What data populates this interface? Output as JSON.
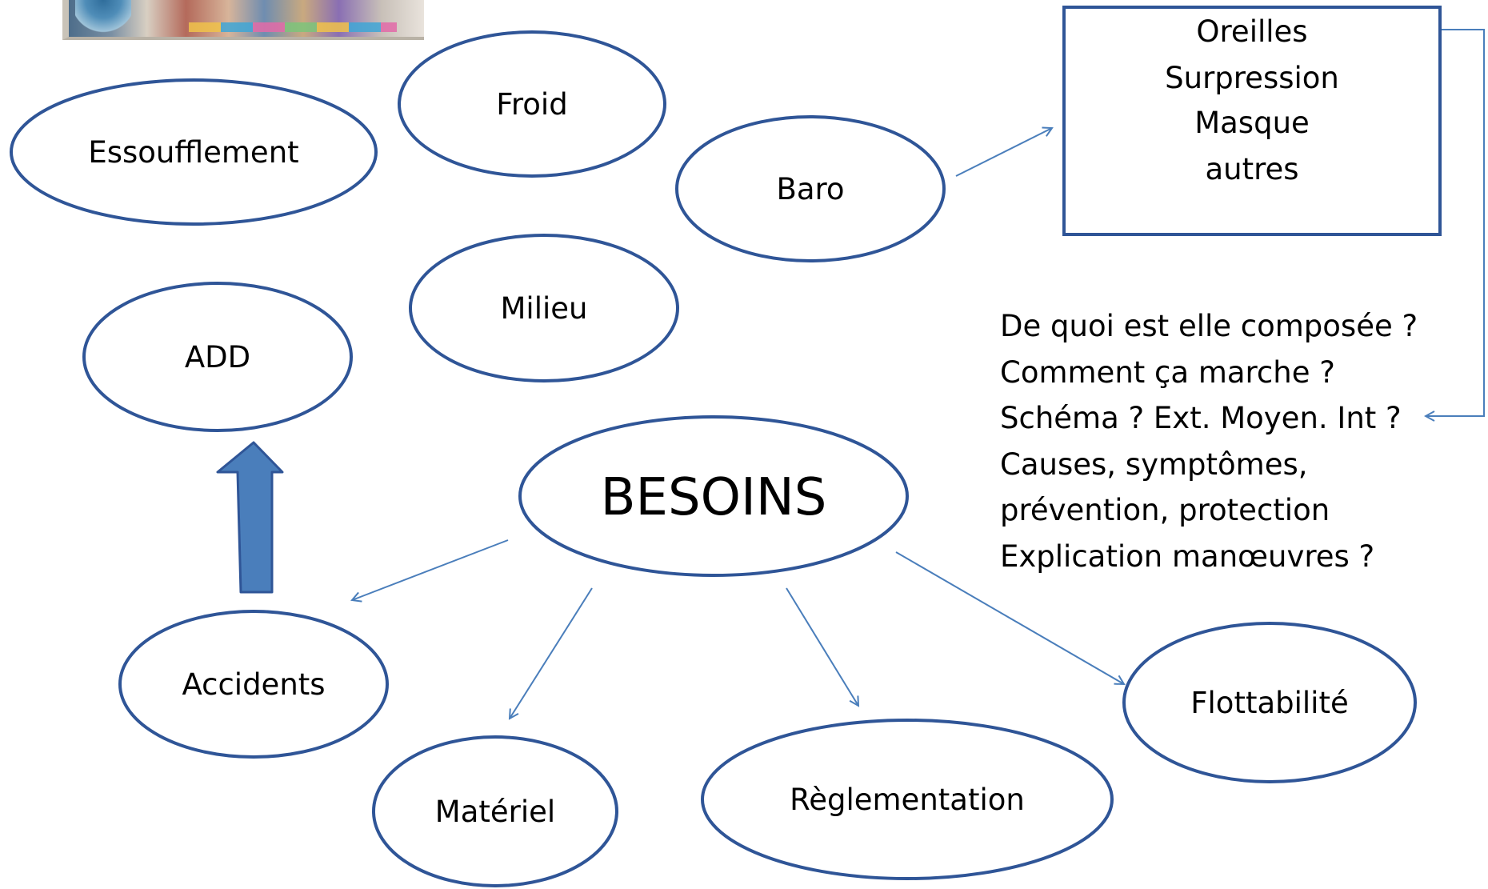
{
  "center": {
    "label": "BESOINS"
  },
  "nodes": {
    "essoufflement": "Essoufflement",
    "froid": "Froid",
    "baro": "Baro",
    "milieu": "Milieu",
    "add": "ADD",
    "accidents": "Accidents",
    "materiel": "Matériel",
    "reglementation": "Règlementation",
    "flottabilite": "Flottabilité"
  },
  "baro_box": {
    "lines": [
      "Oreilles",
      "Surpression",
      "Masque",
      "autres"
    ]
  },
  "questions": {
    "lines": [
      "De quoi est elle composée ?",
      "Comment ça marche ?",
      "Schéma ? Ext. Moyen. Int ?",
      "Causes, symptômes,",
      "prévention, protection",
      "Explication manœuvres ?"
    ]
  },
  "colors": {
    "ellipse_stroke": "#2f5597",
    "connector": "#4a7ebb",
    "big_arrow_fill": "#4a7ebb",
    "big_arrow_stroke": "#2f5597"
  },
  "icons": {
    "illustration": "cartoon-illustration"
  }
}
